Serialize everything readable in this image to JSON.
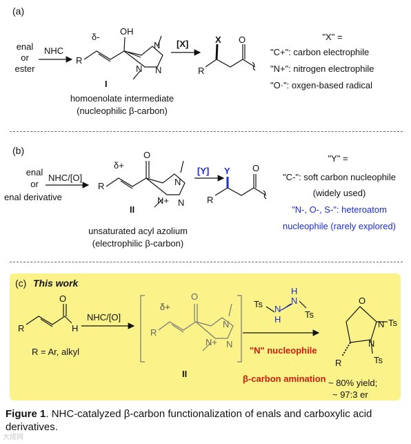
{
  "panel_a": {
    "label": "(a)",
    "reactants": [
      "enal",
      "or",
      "ester"
    ],
    "reagent": "NHC",
    "delta": "δ-",
    "oh": "OH",
    "compound_label": "I",
    "desc_line1": "homoenolate intermediate",
    "desc_line2": "(nucleophilic β-carbon)",
    "x_reagent": "[X]",
    "x_sub": "X",
    "o_atom": "O",
    "r_atom": "R",
    "n_atom": "N",
    "def_title": "\"X\" =",
    "defs": [
      "\"C+\": carbon electrophile",
      "\"N+\": nitrogen electrophile",
      "\"O·\": oxgen-based radical"
    ]
  },
  "panel_b": {
    "label": "(b)",
    "reactants": [
      "enal",
      "or",
      "enal derivative"
    ],
    "reagent": "NHC/[O]",
    "delta": "δ+",
    "compound_label": "II",
    "n_plus": "N+",
    "desc_line1": "unsaturated acyl azolium",
    "desc_line2": "(electrophilic β-carbon)",
    "y_reagent": "[Y]",
    "y_sub": "Y",
    "def_title": "\"Y\" =",
    "def_line1": "\"C-\": soft carbon nucleophile",
    "def_line2": "(widely used)",
    "def_line3": "\"N-, O-, S-\": heteroatom",
    "def_line4": "nucleophile (rarely explored)"
  },
  "panel_c": {
    "label": "(c)",
    "title": "This work",
    "reagent": "NHC/[O]",
    "r_note": "R = Ar, alkyl",
    "h_atom": "H",
    "delta": "δ+",
    "compound_label": "II",
    "ts": "Ts",
    "nh": "N",
    "h": "H",
    "n_nucleophile": "\"N\" nucleophile",
    "amination": "β-carbon amination",
    "yield_line1": "~ 80% yield;",
    "yield_line2": "~ 97:3 er"
  },
  "caption": {
    "bold": "Figure 1",
    "text": ". NHC-catalyzed β-carbon functionalization of enals and carboxylic acid derivatives."
  },
  "watermark": "大成网"
}
